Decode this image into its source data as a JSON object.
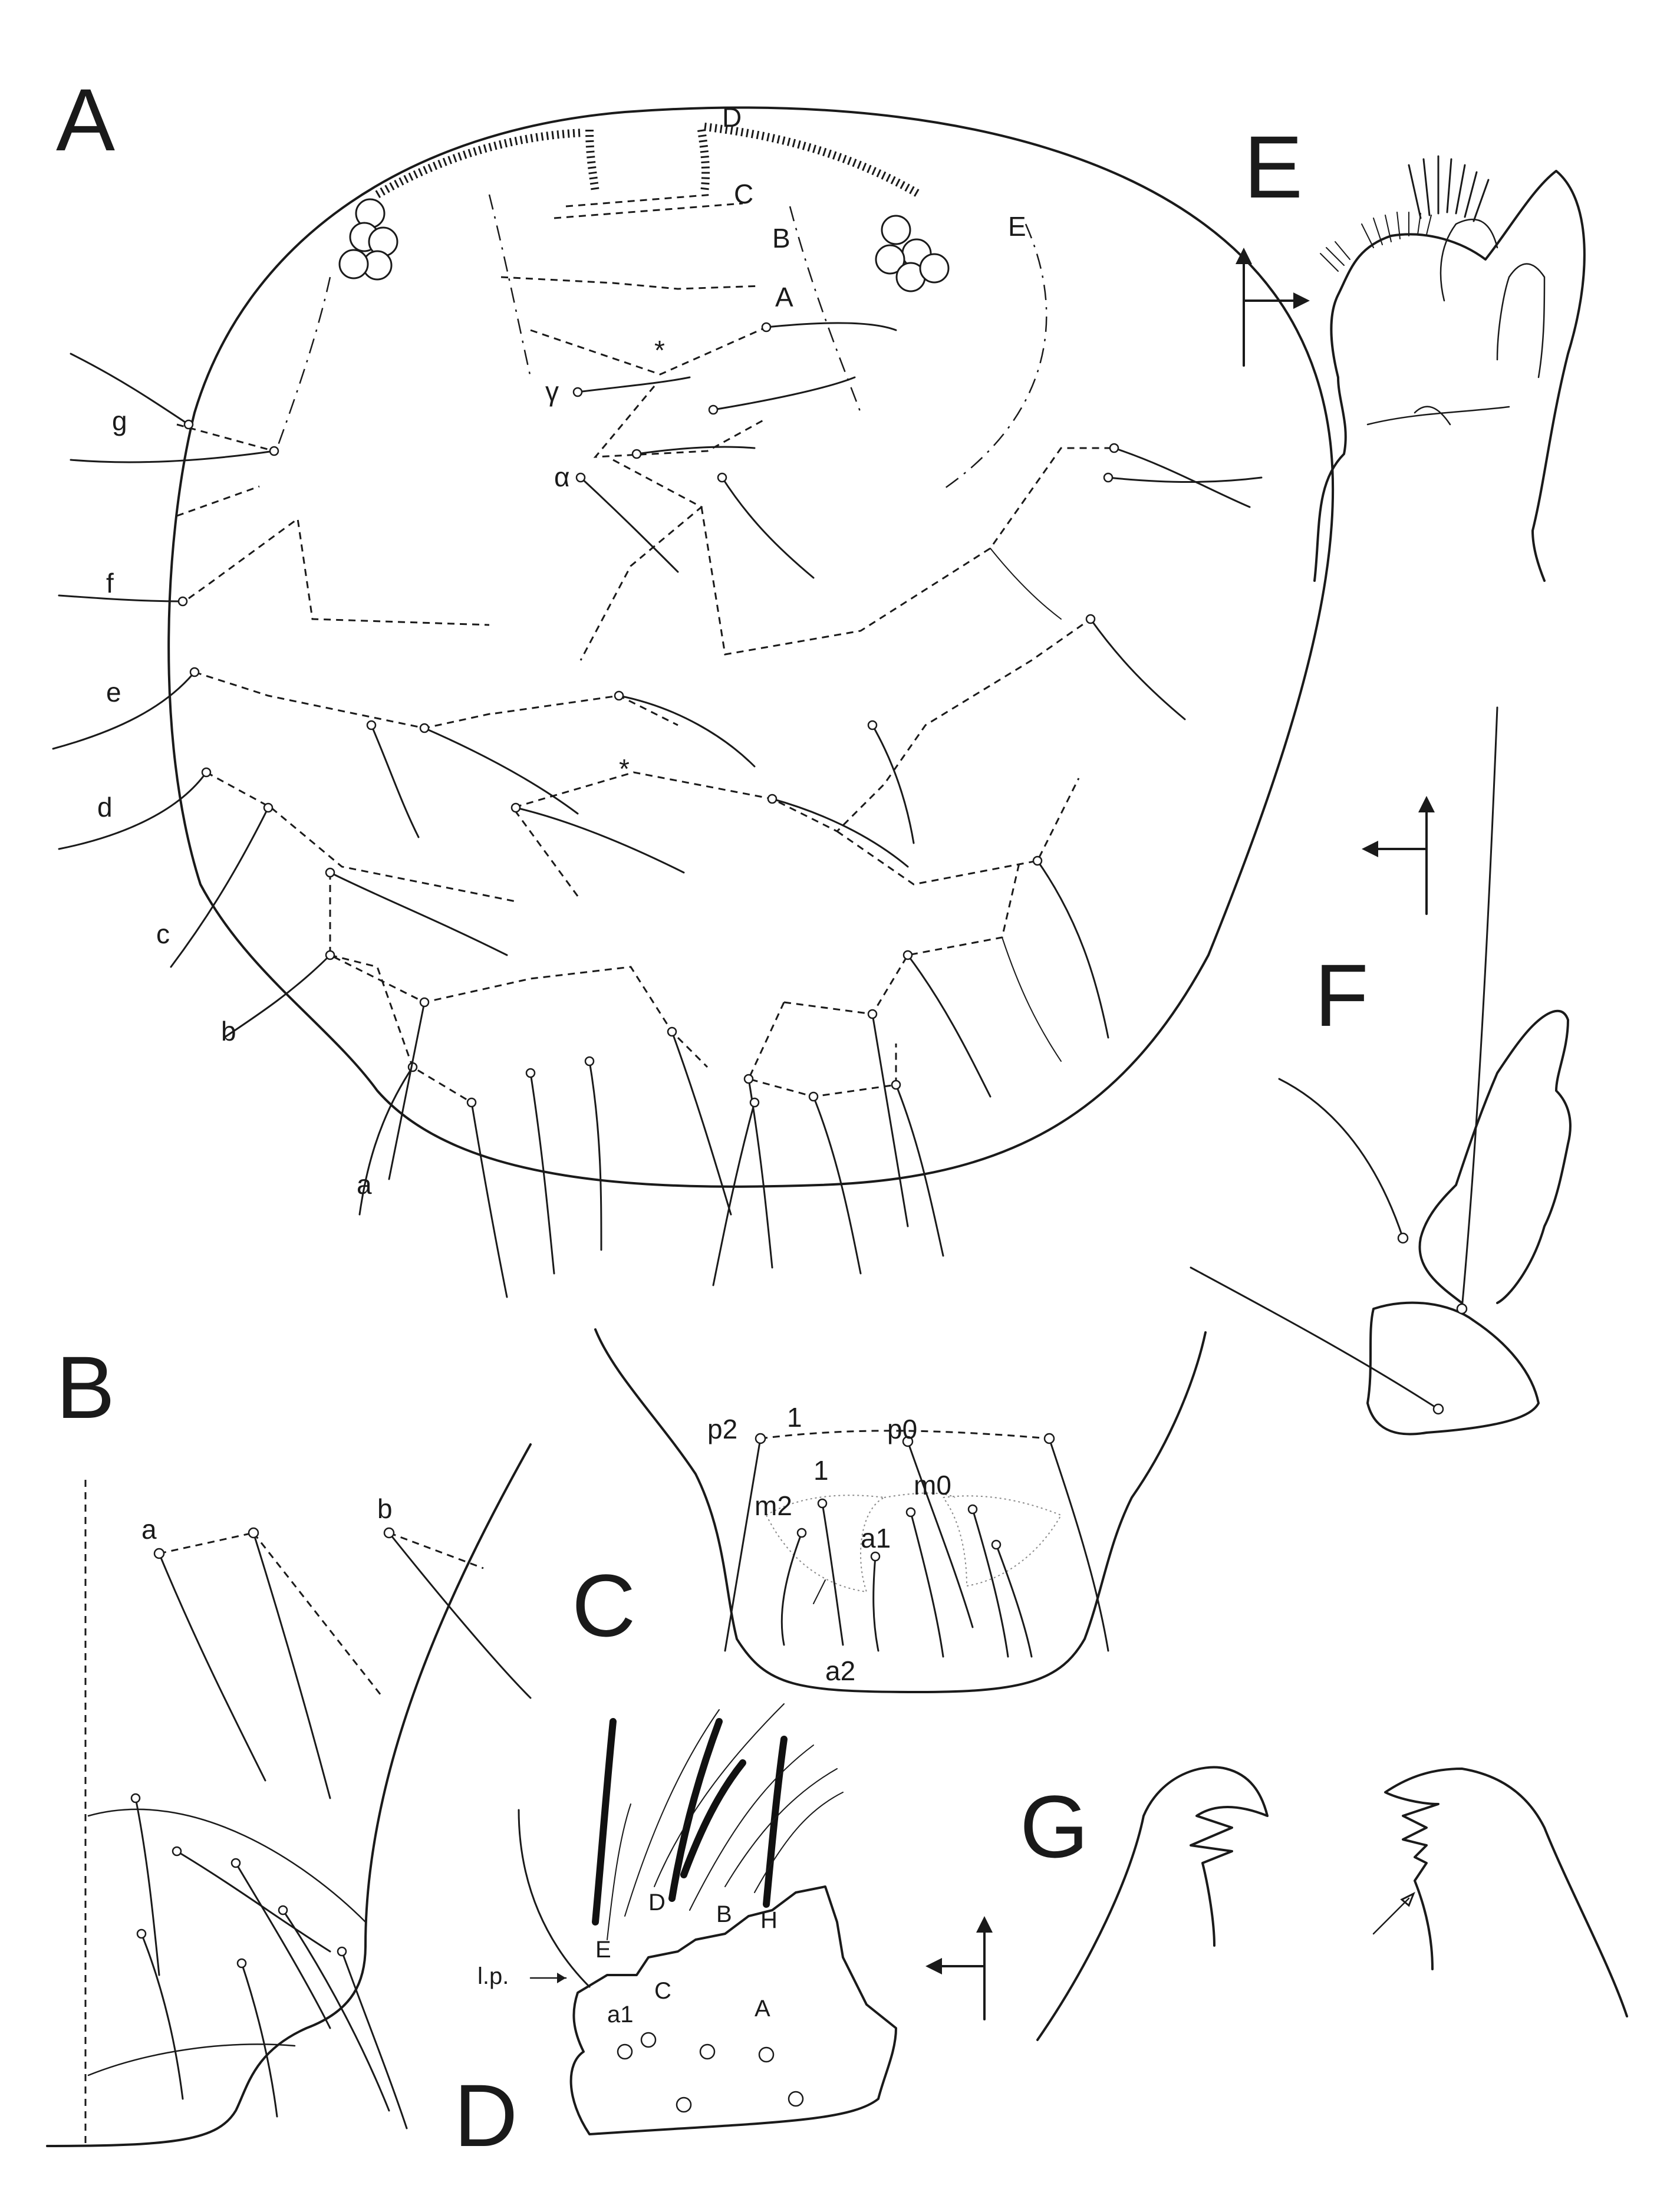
{
  "panels": {
    "A": {
      "letter": "A",
      "rows": [
        "g",
        "f",
        "e",
        "d",
        "c",
        "b",
        "a"
      ],
      "frontal": [
        "D",
        "C",
        "B",
        "A",
        "E"
      ],
      "interocular": [
        "γ",
        "α"
      ],
      "star": "*"
    },
    "B": {
      "letter": "B",
      "setae": [
        "a",
        "b"
      ]
    },
    "C": {
      "letter": "C",
      "labels": [
        "p2",
        "1",
        "p0",
        "1",
        "m0",
        "m2",
        "a1",
        "a2"
      ]
    },
    "D": {
      "letter": "D",
      "labels": [
        "D",
        "B",
        "H",
        "E",
        "C",
        "A",
        "a1",
        "l.p."
      ]
    },
    "E": {
      "letter": "E"
    },
    "F": {
      "letter": "F"
    },
    "G": {
      "letter": "G"
    }
  },
  "colors": {
    "ink": "#1a1a1a",
    "paper": "#ffffff"
  }
}
